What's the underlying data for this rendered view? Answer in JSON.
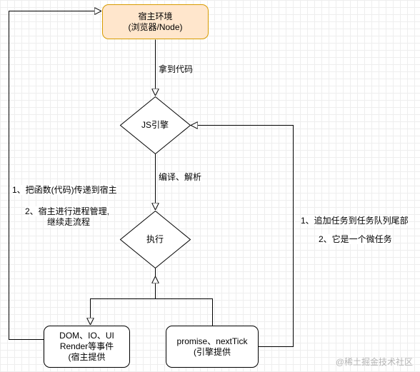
{
  "nodes": {
    "host": {
      "line1": "宿主环境",
      "line2": "(浏览器/Node)"
    },
    "js_engine": {
      "label": "JS引擎"
    },
    "execute": {
      "label": "执行"
    },
    "dom_events": {
      "line1": "DOM、IO、UI",
      "line2": "Render等事件",
      "line3": "(宿主提供"
    },
    "promise": {
      "line1": "promise、nextTick",
      "line2": "(引擎提供"
    }
  },
  "edges": {
    "get_code": "拿到代码",
    "compile_parse": "编译、解析",
    "left_note": {
      "line1": "1、把函数(代码)传递到宿主",
      "line2": "2、宿主进行进程管理,",
      "line3": "继续走流程"
    },
    "right_note": {
      "line1": "1、追加任务到任务队列尾部",
      "line2": "2、它是一个微任务"
    }
  },
  "watermark": "@稀土掘金技术社区"
}
